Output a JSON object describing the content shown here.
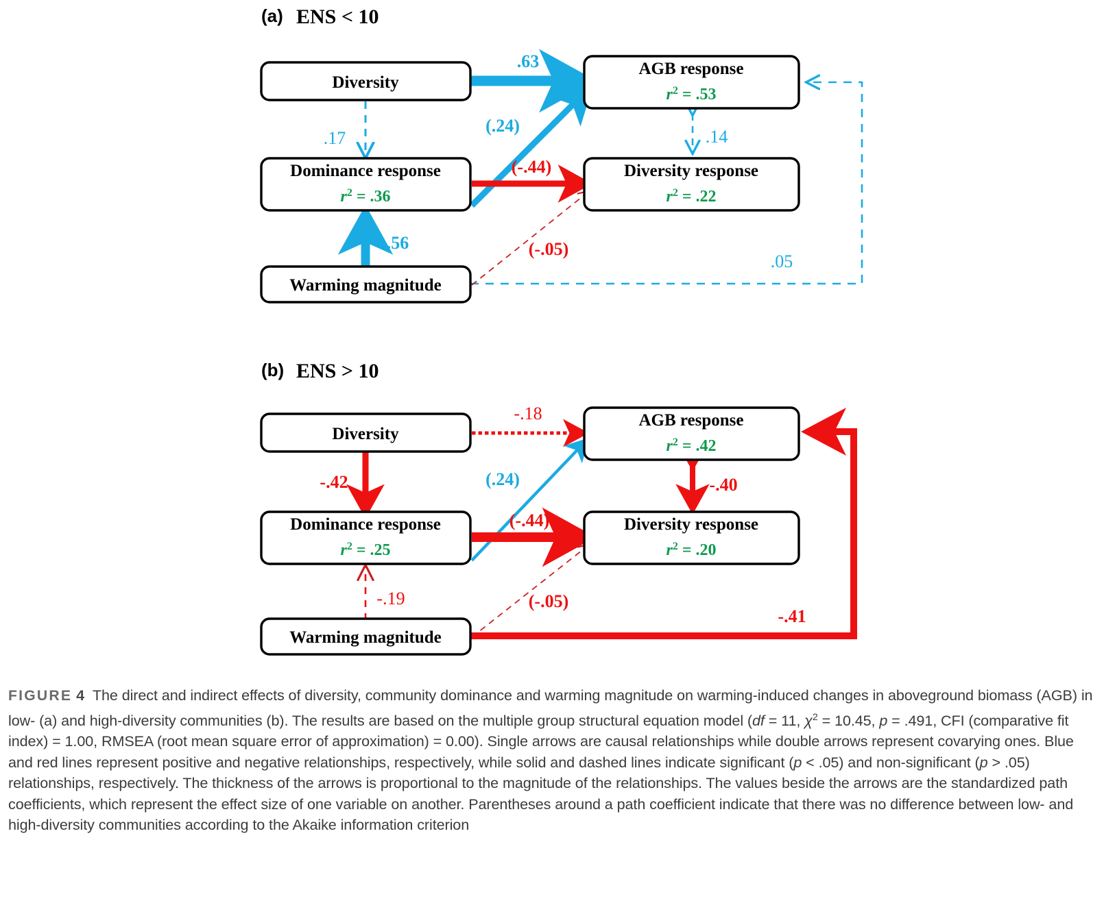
{
  "figure": {
    "panels": [
      {
        "id": "a",
        "tag": "(a)",
        "title": "ENS < 10",
        "nodes": {
          "diversity": {
            "label": "Diversity",
            "r2": ""
          },
          "agb_response": {
            "label": "AGB response",
            "r2": "r2 = .53"
          },
          "dominance_response": {
            "label": "Dominance response",
            "r2": "r2 = .36"
          },
          "diversity_response": {
            "label": "Diversity response",
            "r2": "r2 = .22"
          },
          "warming_magnitude": {
            "label": "Warming magnitude",
            "r2": ""
          }
        },
        "paths": [
          {
            "from": "diversity",
            "to": "agb_response",
            "value": ".63",
            "color": "blue",
            "style": "solid",
            "weight": 11
          },
          {
            "from": "diversity",
            "to": "dominance_response",
            "value": ".17",
            "color": "blue",
            "style": "dashed",
            "weight": 2
          },
          {
            "from": "dominance_response",
            "to": "agb_response",
            "value": "(.24)",
            "color": "blue",
            "style": "solid",
            "weight": 6
          },
          {
            "from": "dominance_response",
            "to": "diversity_response",
            "value": "(-.44)",
            "color": "red",
            "style": "solid",
            "weight": 7
          },
          {
            "from": "warming_magnitude",
            "to": "dominance_response",
            "value": ".56",
            "color": "blue",
            "style": "solid",
            "weight": 10
          },
          {
            "from": "warming_magnitude",
            "to": "diversity_response",
            "value": "(-.05)",
            "color": "red",
            "style": "dashed",
            "weight": 1.4
          },
          {
            "from": "warming_magnitude",
            "to": "agb_response",
            "value": ".05",
            "color": "blue",
            "style": "dashed",
            "weight": 1.6
          },
          {
            "from": "agb_response",
            "to": "diversity_response",
            "value": ".14",
            "color": "blue",
            "style": "dashed",
            "weight": 1.8,
            "covary": true
          }
        ]
      },
      {
        "id": "b",
        "tag": "(b)",
        "title": "ENS > 10",
        "nodes": {
          "diversity": {
            "label": "Diversity",
            "r2": ""
          },
          "agb_response": {
            "label": "AGB response",
            "r2": "r2 = .42"
          },
          "dominance_response": {
            "label": "Dominance response",
            "r2": "r2 = .25"
          },
          "diversity_response": {
            "label": "Diversity response",
            "r2": "r2 = .20"
          },
          "warming_magnitude": {
            "label": "Warming magnitude",
            "r2": ""
          }
        },
        "paths": [
          {
            "from": "diversity",
            "to": "agb_response",
            "value": "-.18",
            "color": "red",
            "style": "dashed",
            "weight": 4
          },
          {
            "from": "diversity",
            "to": "dominance_response",
            "value": "-.42",
            "color": "red",
            "style": "solid",
            "weight": 8
          },
          {
            "from": "dominance_response",
            "to": "agb_response",
            "value": "(.24)",
            "color": "blue",
            "style": "solid",
            "weight": 4
          },
          {
            "from": "dominance_response",
            "to": "diversity_response",
            "value": "(-.44)",
            "color": "red",
            "style": "solid",
            "weight": 10
          },
          {
            "from": "warming_magnitude",
            "to": "dominance_response",
            "value": "-.19",
            "color": "red",
            "style": "dashed",
            "weight": 2
          },
          {
            "from": "warming_magnitude",
            "to": "diversity_response",
            "value": "(-.05)",
            "color": "red",
            "style": "dashed",
            "weight": 1.4
          },
          {
            "from": "warming_magnitude",
            "to": "agb_response",
            "value": "-.41",
            "color": "red",
            "style": "solid",
            "weight": 9
          },
          {
            "from": "agb_response",
            "to": "diversity_response",
            "value": "-.40",
            "color": "red",
            "style": "solid",
            "weight": 8,
            "covary": true
          }
        ]
      }
    ],
    "r2_superscript": "2",
    "colors": {
      "positive": "#1BABE3",
      "negative": "#EE1111",
      "r2": "#0E9A4E",
      "box_stroke": "#000000",
      "text": "#000000",
      "caption": "#3b3b3b"
    }
  },
  "caption": {
    "label": "FIGURE",
    "number": "4",
    "part1": "The direct and indirect effects of diversity, community dominance and warming magnitude on warming-induced changes in aboveground biomass (AGB) in low- (a) and high-diversity communities (b). The results are based on the multiple group structural equation model (",
    "df_italic": "df",
    "df_value": " = 11, ",
    "chi": "χ",
    "chi_sup": "2",
    "chi_value": " = 10.45, ",
    "p_italic": "p",
    "p_value": " = .491, CFI (comparative fit index) = 1.00, RMSEA (root mean square error of approximation) = 0.00). Single arrows are causal relationships while double arrows represent covarying ones. Blue and red lines represent positive and negative relationships, respectively, while solid and dashed lines indicate significant (",
    "p_italic2": "p",
    "p_lt": " < .05) and non-significant (",
    "p_italic3": "p",
    "p_gt": " > .05) relationships, respectively. The thickness of the arrows is proportional to the magnitude of the relationships. The values beside the arrows are the standardized path coefficients, which represent the effect size of one variable on another. Parentheses around a path coefficient indicate that there was no difference between low- and high-diversity communities according to the Akaike information criterion"
  }
}
